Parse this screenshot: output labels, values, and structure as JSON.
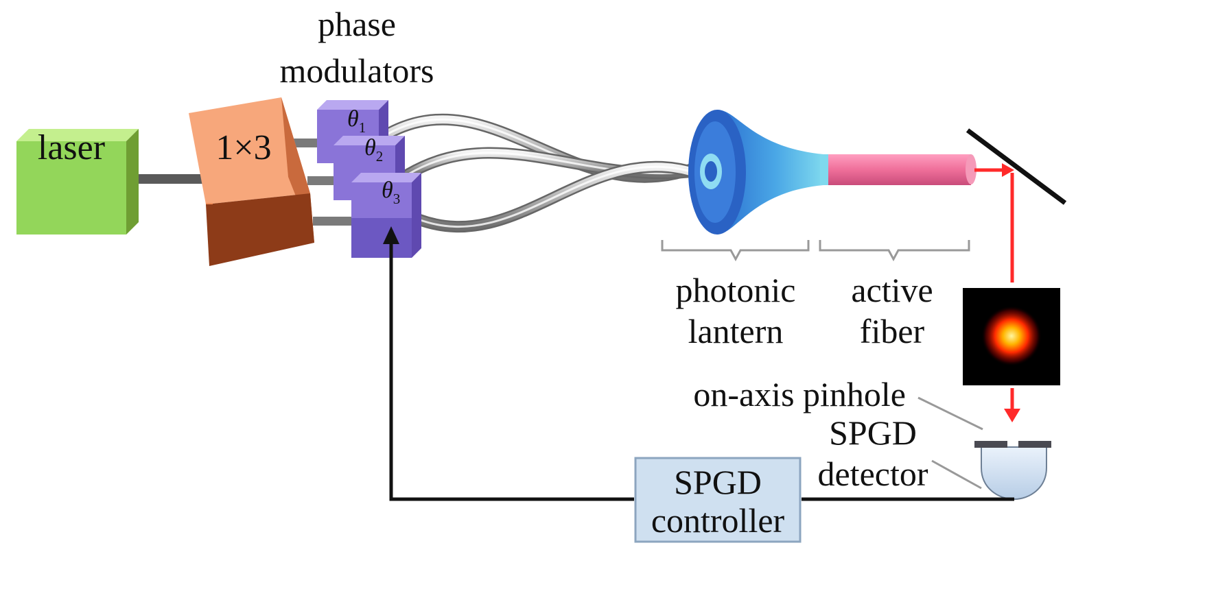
{
  "labels": {
    "phase_modulators": [
      "phase",
      "modulators"
    ],
    "laser": "laser",
    "splitter": "1×3",
    "theta_symbol": "θ",
    "theta_subs": [
      "1",
      "2",
      "3"
    ],
    "photonic_lantern": [
      "photonic",
      "lantern"
    ],
    "active_fiber": [
      "active",
      "fiber"
    ],
    "pinhole": "on-axis pinhole",
    "detector": [
      "SPGD",
      "detector"
    ],
    "controller": [
      "SPGD",
      "controller"
    ]
  },
  "colors": {
    "laser": "#93d65a",
    "splitter": "#f08f5c",
    "modulator": "#8a74d8",
    "lantern": "#2f7fd8",
    "active_fiber": "#ef6f9a",
    "beam_arrow": "#ff2a2a",
    "controller": "#cfe0f0",
    "feedback_line": "#111111"
  }
}
